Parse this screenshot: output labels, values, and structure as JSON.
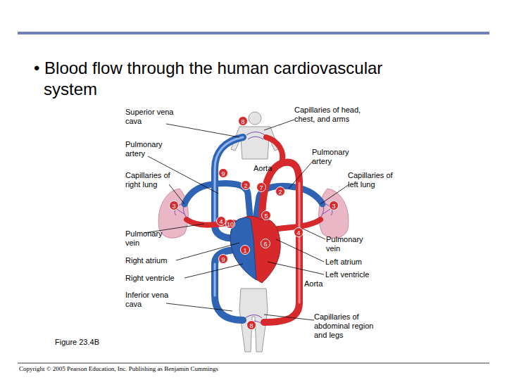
{
  "diagram": {
    "title": "• Blood flow through the human cardiovascular system",
    "caption": "Figure 23.4B",
    "labels": [
      "Superior vena cava",
      "Capillaries of head, chest, and arms",
      "Pulmonary artery",
      "Aorta",
      "Pulmonary artery",
      "Capillaries of right lung",
      "Capillaries of left lung",
      "Pulmonary vein",
      "Pulmonary vein",
      "Right atrium",
      "Left atrium",
      "Right ventricle",
      "Left ventricle",
      "Aorta",
      "Inferior vena cava",
      "Capillaries of abdominal region and legs",
      "Copyright © 2005 Pearson Education, Inc. Publishing as Benjamin Cummings",
      "8",
      "9",
      "2",
      "7",
      "2",
      "3",
      "3",
      "4",
      "10",
      "5",
      "4",
      "6",
      "1",
      "9",
      "8"
    ]
  }
}
